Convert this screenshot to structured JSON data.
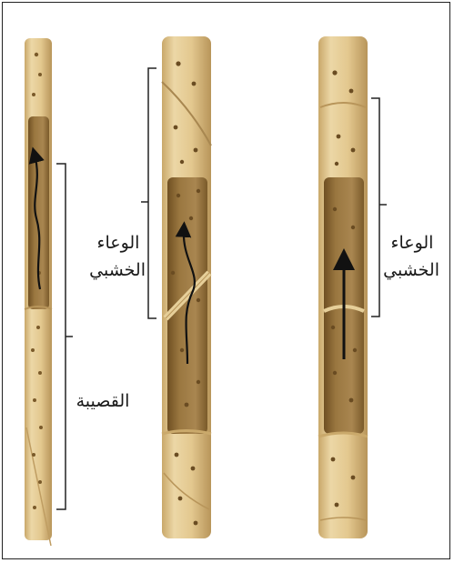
{
  "labels": {
    "vessel_left": [
      "الوعاء",
      "الخشبي"
    ],
    "vessel_right": [
      "الوعاء",
      "الخشبي"
    ],
    "tracheid": "القصيبة"
  },
  "colors": {
    "wall": "#e6cf99",
    "wall_dark": "#c9a86a",
    "lumen": "#8e6a33",
    "lumen_light": "#a9844a",
    "arrow": "#111111",
    "bracket": "#222222"
  }
}
